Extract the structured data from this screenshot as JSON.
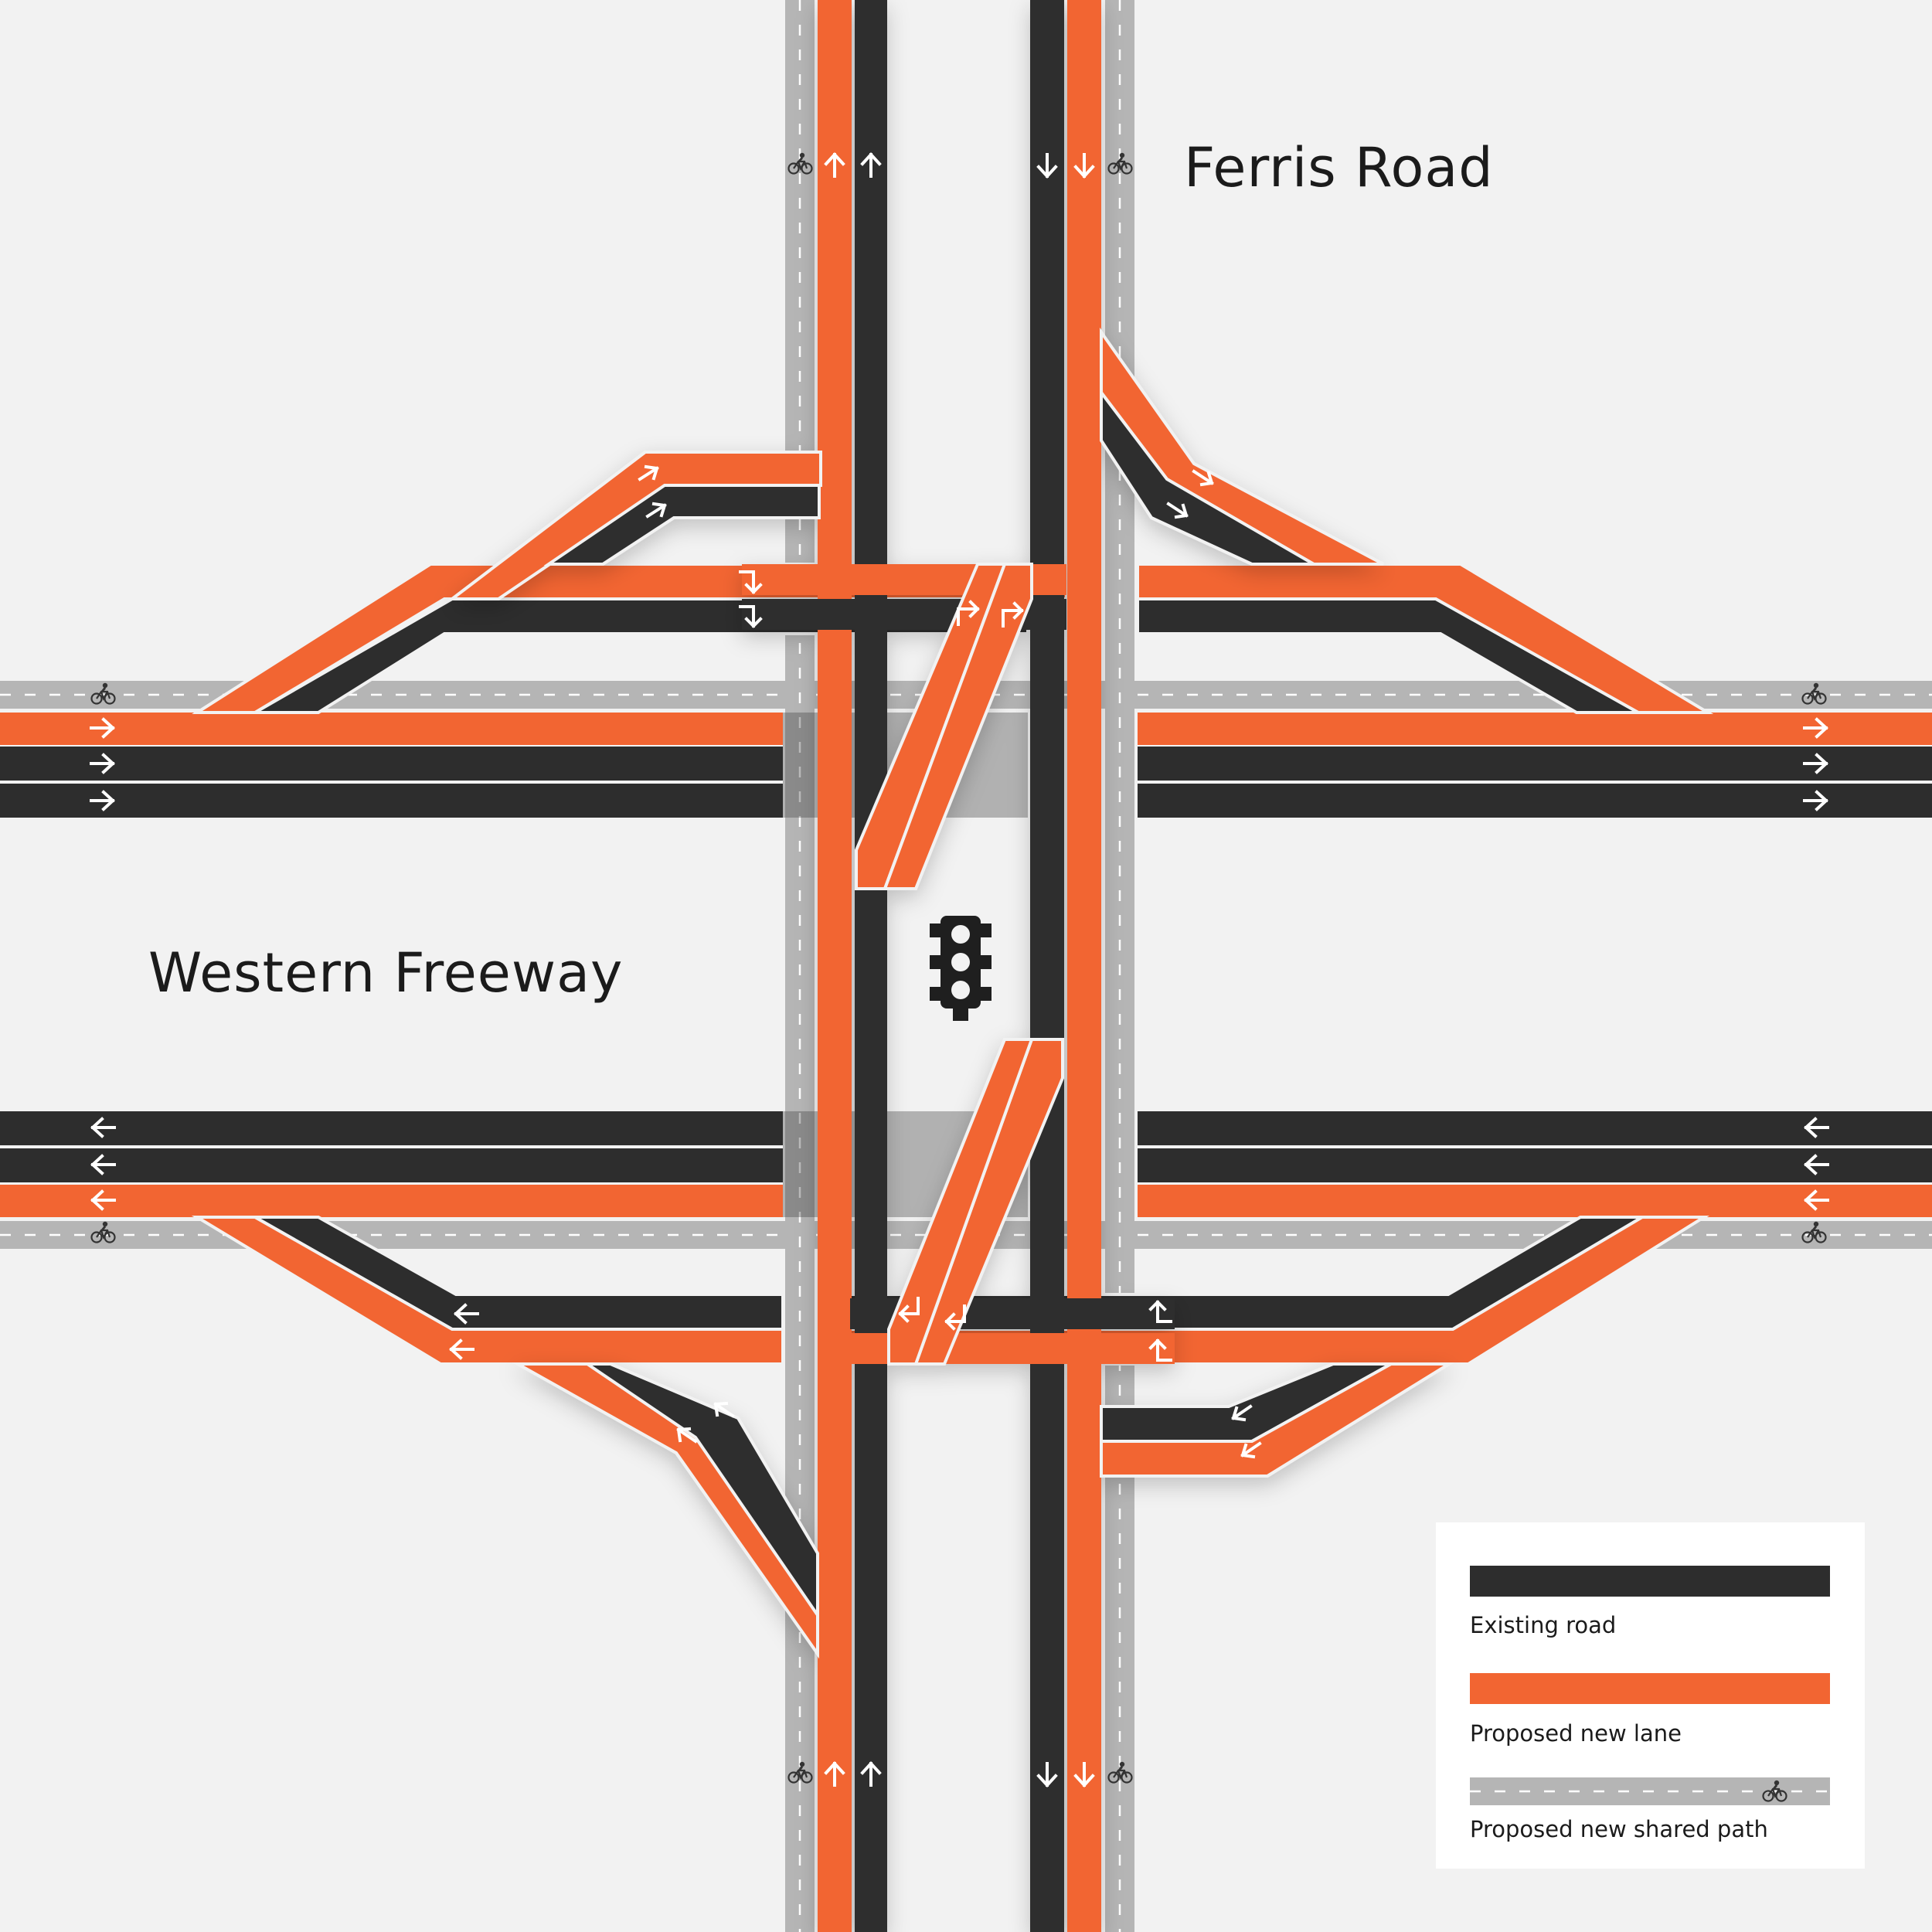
{
  "labels": {
    "ferris_road": "Ferris Road",
    "western_freeway": "Western Freeway"
  },
  "legend": {
    "existing": "Existing road",
    "proposed": "Proposed new lane",
    "shared_path": "Proposed new shared path"
  },
  "colors": {
    "existing_road": "#2d2d2d",
    "proposed_lane": "#f26532",
    "shared_path": "#b5b5b5",
    "background": "#f2f2f2",
    "marking": "#ffffff"
  },
  "icons": [
    "traffic-light-icon",
    "bicycle-icon",
    "arrow-icon"
  ]
}
